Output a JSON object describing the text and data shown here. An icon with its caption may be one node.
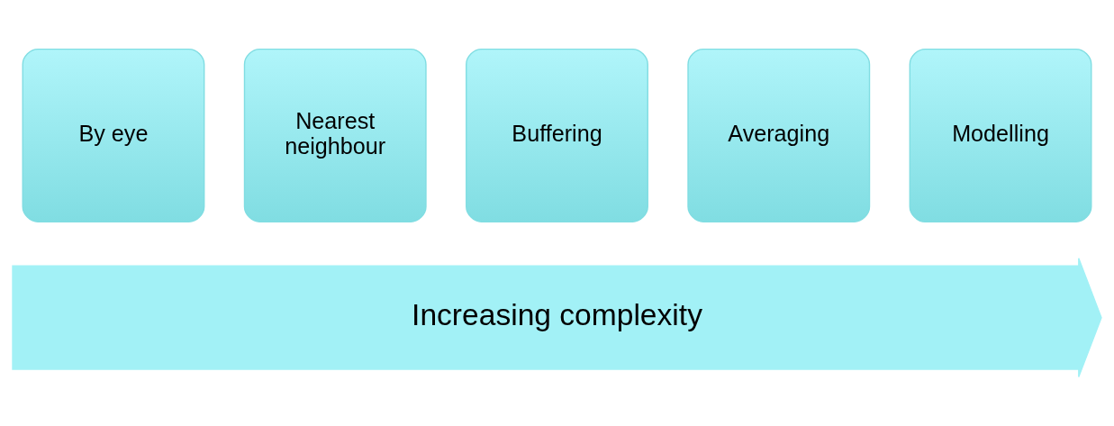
{
  "diagram": {
    "nodes": [
      {
        "text": [
          "By eye"
        ]
      },
      {
        "text": [
          "Nearest neighbour"
        ]
      },
      {
        "text": [
          "Buffering"
        ]
      },
      {
        "text": [
          "Averaging"
        ]
      },
      {
        "text": [
          "Modelling"
        ]
      },
      {
        "text": [
          "Increasing complexity"
        ]
      }
    ],
    "edges": []
  }
}
